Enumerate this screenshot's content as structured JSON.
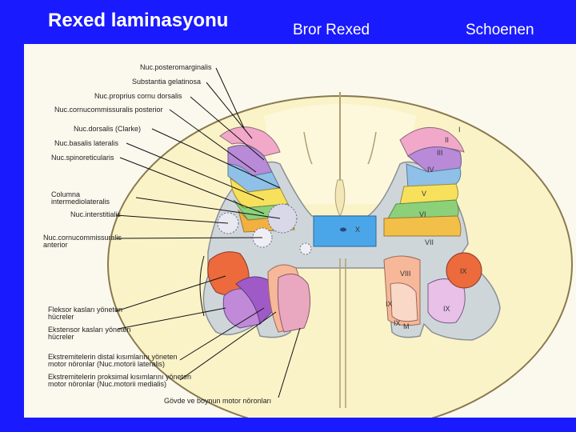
{
  "slide": {
    "title": "Rexed laminasyonu",
    "col2_heading": "Bror Rexed",
    "col3_heading": "Schoenen"
  },
  "labels": {
    "nuc_posteromarginalis": "Nuc.posteromarginalis",
    "substantia_gelatinosa": "Substantia gelatinosa",
    "nuc_proprius": "Nuc.proprius cornu dorsalis",
    "nuc_cornucomm_post": "Nuc.cornucommissuralis posterior",
    "nuc_dorsalis": "Nuc.dorsalis (Clarke)",
    "nuc_basalis": "Nuc.basalis lateralis",
    "nuc_spinoreticularis": "Nuc.spinoreticularis",
    "columna_1": "Columna",
    "columna_2": "intermediolateralis",
    "nuc_interstitialis": "Nuc.interstitialis",
    "nuc_cornucomm_ant_1": "Nuc.cornucommissuralis",
    "nuc_cornucomm_ant_2": "anterior",
    "fleksor_1": "Fleksor kasları yöneten",
    "fleksor_2": "hücreler",
    "ekstensor_1": "Ekstensor kasları yöneten",
    "ekstensor_2": "hücreler",
    "distal_1": "Ekstremitelerin distal kısımlarını yöneten",
    "distal_2": "motor nöronlar (Nuc.motorii lateralis)",
    "proksimal_1": "Ekstremitelerin proksimal kısımlarını yöneten",
    "proksimal_2": "motor nöronlar (Nuc.motorii medialis)",
    "govde": "Gövde ve boynun motor nöronları"
  },
  "laminae": {
    "I": "I",
    "II": "II",
    "III": "III",
    "IV": "IV",
    "V": "V",
    "VI": "VI",
    "VII": "VII",
    "VIII": "VIII",
    "IX_a": "IX",
    "IX_b": "IX",
    "IX_c": "IX",
    "IX_d": "IX",
    "X": "X",
    "M": "M"
  }
}
